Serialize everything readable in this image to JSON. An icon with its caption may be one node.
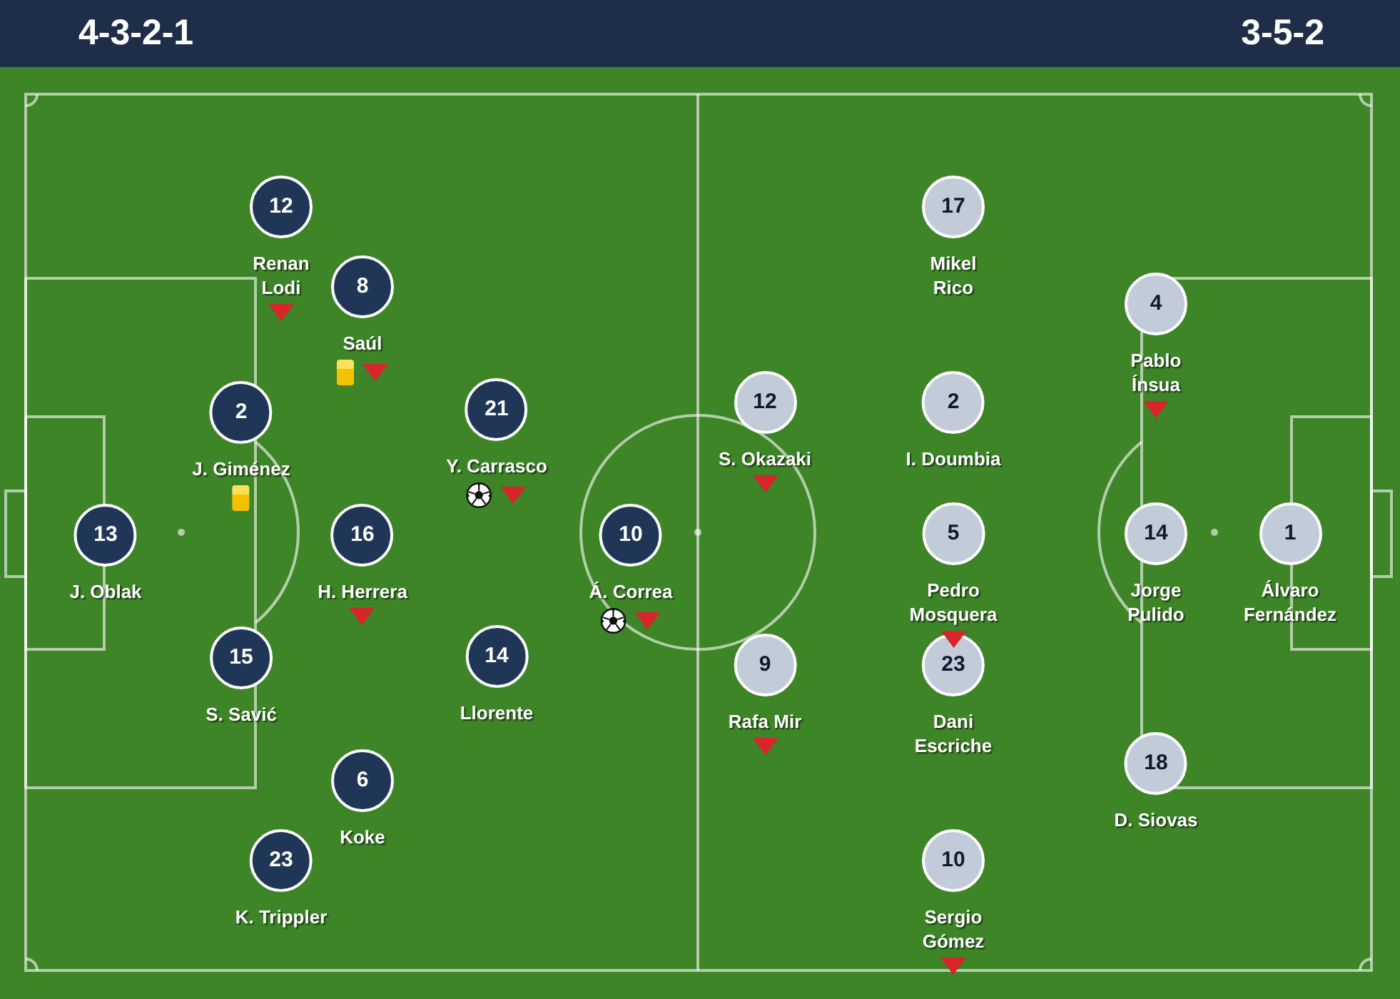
{
  "diagram": {
    "nodes": [
      {
        "text": [
          "4-3-2-1",
          "3-5-2"
        ]
      },
      {
        "text": [
          "13"
        ],
        "beside": [
          "J. Oblak"
        ]
      },
      {
        "text": [
          "12"
        ],
        "beside": [
          "Renan Lodi"
        ]
      },
      {
        "text": [
          "2"
        ],
        "beside": [
          "J. Giménez"
        ]
      },
      {
        "text": [
          "15"
        ],
        "beside": [
          "S. Savić"
        ]
      },
      {
        "text": [
          "23"
        ],
        "beside": [
          "K. Trippler"
        ]
      },
      {
        "text": [
          "8"
        ],
        "beside": [
          "Saúl"
        ]
      },
      {
        "text": [
          "16"
        ],
        "beside": [
          "H. Herrera"
        ]
      },
      {
        "text": [
          "6"
        ],
        "beside": [
          "Koke"
        ]
      },
      {
        "text": [
          "21"
        ],
        "beside": [
          "Y. Carrasco"
        ]
      },
      {
        "text": [
          "14"
        ],
        "beside": [
          "Llorente"
        ]
      },
      {
        "text": [
          "10"
        ],
        "beside": [
          "Á. Correa"
        ]
      },
      {
        "text": [
          "12"
        ],
        "beside": [
          "S. Okazaki"
        ]
      },
      {
        "text": [
          "9"
        ],
        "beside": [
          "Rafa Mir"
        ]
      },
      {
        "text": [
          "17"
        ],
        "beside": [
          "Mikel Rico"
        ]
      },
      {
        "text": [
          "2"
        ],
        "beside": [
          "I. Doumbia"
        ]
      },
      {
        "text": [
          "5"
        ],
        "beside": [
          "Pedro Mosquera"
        ]
      },
      {
        "text": [
          "23"
        ],
        "beside": [
          "Dani Escriche"
        ]
      },
      {
        "text": [
          "10"
        ],
        "beside": [
          "Sergio Gómez"
        ]
      },
      {
        "text": [
          "4"
        ],
        "beside": [
          "Pablo Ínsua"
        ]
      },
      {
        "text": [
          "14"
        ],
        "beside": [
          "Jorge Pulido"
        ]
      },
      {
        "text": [
          "18"
        ],
        "beside": [
          "D. Siovas"
        ]
      },
      {
        "text": [
          "1"
        ],
        "beside": [
          "Álvaro Fernández"
        ]
      }
    ]
  }
}
